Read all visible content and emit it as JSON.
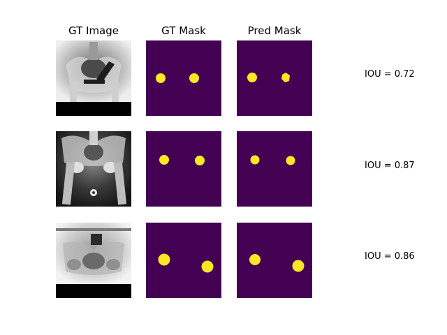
{
  "column_titles": [
    "GT Image",
    "GT Mask",
    "Pred Mask"
  ],
  "colors": {
    "mask_background": "#440154",
    "mask_foreground": "#fde725"
  },
  "rows": [
    {
      "iou_label": "IOU = 0.72"
    },
    {
      "iou_label": "IOU = 0.87"
    },
    {
      "iou_label": "IOU = 0.86"
    }
  ]
}
